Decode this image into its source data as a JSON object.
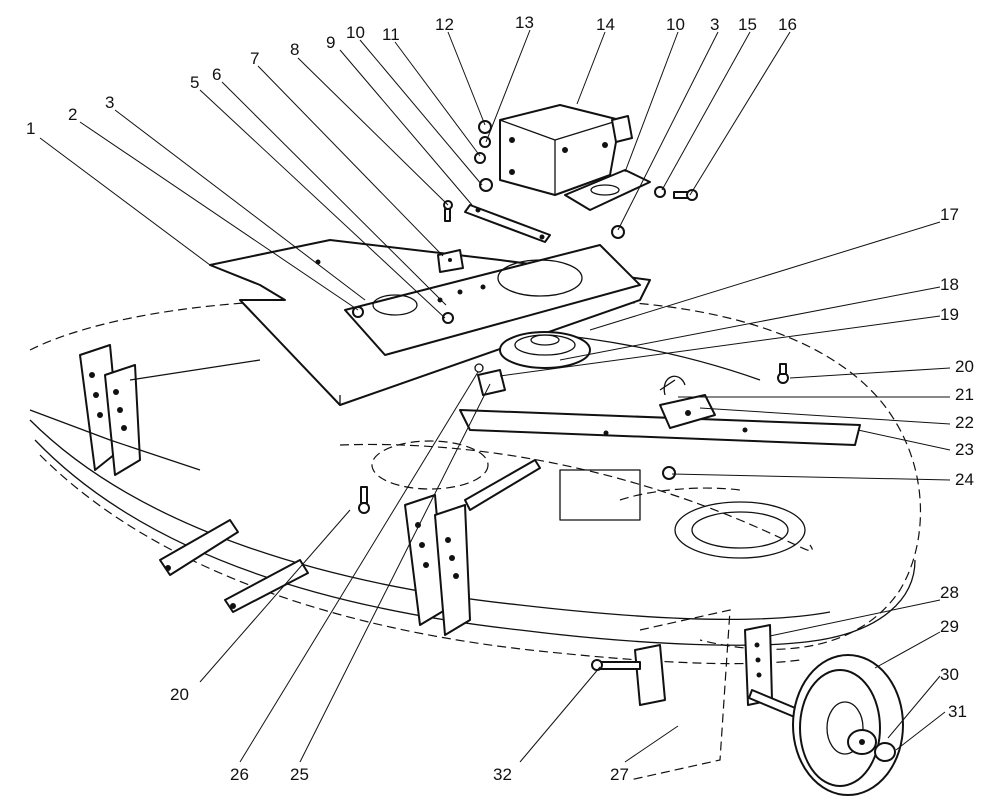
{
  "diagram": {
    "callouts": [
      {
        "id": "c1",
        "text": "1"
      },
      {
        "id": "c2",
        "text": "2"
      },
      {
        "id": "c3a",
        "text": "3"
      },
      {
        "id": "c5",
        "text": "5"
      },
      {
        "id": "c6",
        "text": "6"
      },
      {
        "id": "c7",
        "text": "7"
      },
      {
        "id": "c8",
        "text": "8"
      },
      {
        "id": "c9",
        "text": "9"
      },
      {
        "id": "c10a",
        "text": "10"
      },
      {
        "id": "c11",
        "text": "11"
      },
      {
        "id": "c12",
        "text": "12"
      },
      {
        "id": "c13",
        "text": "13"
      },
      {
        "id": "c14",
        "text": "14"
      },
      {
        "id": "c10b",
        "text": "10"
      },
      {
        "id": "c3b",
        "text": "3"
      },
      {
        "id": "c15",
        "text": "15"
      },
      {
        "id": "c16",
        "text": "16"
      },
      {
        "id": "c17",
        "text": "17"
      },
      {
        "id": "c18",
        "text": "18"
      },
      {
        "id": "c19",
        "text": "19"
      },
      {
        "id": "c20a",
        "text": "20"
      },
      {
        "id": "c21",
        "text": "21"
      },
      {
        "id": "c22",
        "text": "22"
      },
      {
        "id": "c23",
        "text": "23"
      },
      {
        "id": "c24",
        "text": "24"
      },
      {
        "id": "c28",
        "text": "28"
      },
      {
        "id": "c29",
        "text": "29"
      },
      {
        "id": "c30",
        "text": "30"
      },
      {
        "id": "c31",
        "text": "31"
      },
      {
        "id": "c20b",
        "text": "20"
      },
      {
        "id": "c26",
        "text": "26"
      },
      {
        "id": "c25",
        "text": "25"
      },
      {
        "id": "c32",
        "text": "32"
      },
      {
        "id": "c27",
        "text": "27"
      }
    ]
  }
}
